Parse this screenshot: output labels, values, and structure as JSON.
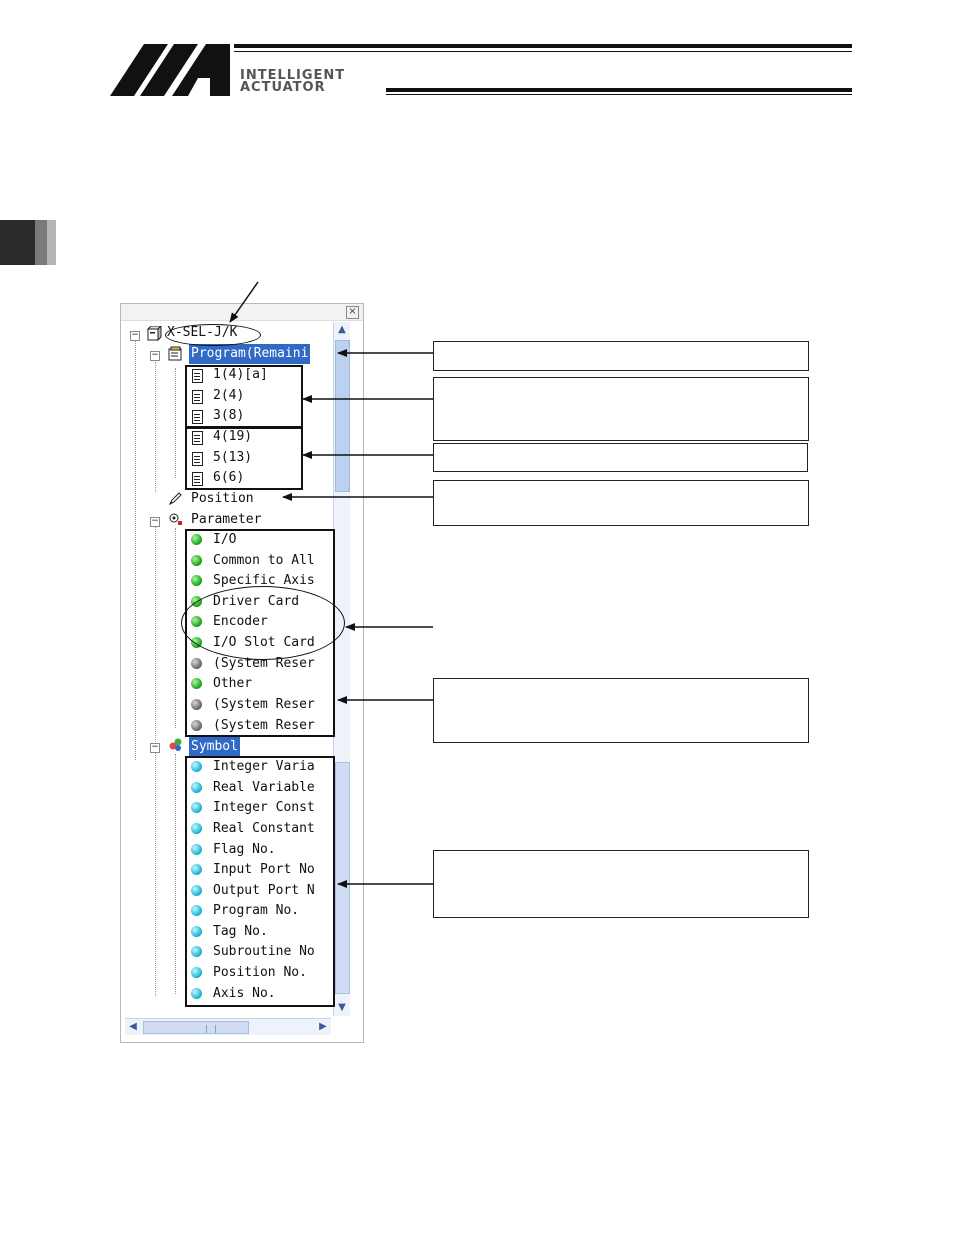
{
  "header": {
    "logo_line1": "INTELLIGENT",
    "logo_line2": "ACTUATOR"
  },
  "tree": {
    "close_label": "×",
    "root_label": "X-SEL-J/K",
    "program_label": "Program(Remaini",
    "programs": [
      "1(4)[a]",
      "2(4)",
      "3(8)",
      "4(19)",
      "5(13)",
      "6(6)"
    ],
    "position_label": "Position",
    "parameter_label": "Parameter",
    "parameters": [
      {
        "label": "I/O",
        "status": "green"
      },
      {
        "label": "Common to All",
        "status": "green"
      },
      {
        "label": "Specific Axis",
        "status": "green"
      },
      {
        "label": "Driver Card",
        "status": "green"
      },
      {
        "label": "Encoder",
        "status": "green"
      },
      {
        "label": "I/O Slot Card",
        "status": "green"
      },
      {
        "label": "(System Reser",
        "status": "gray"
      },
      {
        "label": "Other",
        "status": "green"
      },
      {
        "label": "(System Reser",
        "status": "gray"
      },
      {
        "label": "(System Reser",
        "status": "gray"
      }
    ],
    "symbol_label": "Symbol",
    "symbols": [
      "Integer Varia",
      "Real Variable",
      "Integer Const",
      "Real Constant",
      "Flag No.",
      "Input Port No",
      "Output Port N",
      "Program No.",
      "Tag No.",
      "Subroutine No",
      "Position No.",
      "Axis No."
    ]
  },
  "colors": {
    "selection": "#3169c6",
    "status_green": "#1aa61a",
    "status_gray": "#6a6a6a",
    "status_cyan": "#1ab7d8"
  }
}
